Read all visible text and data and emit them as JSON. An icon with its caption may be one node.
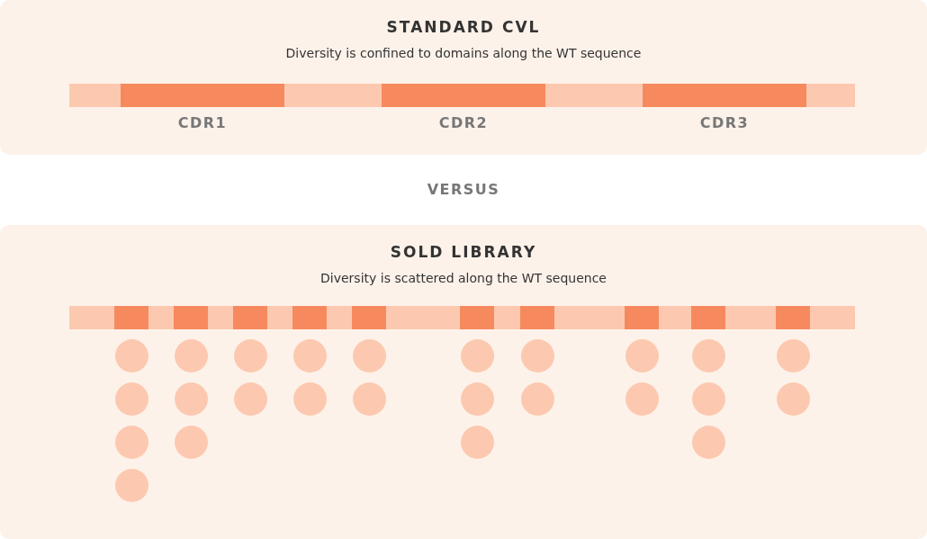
{
  "diagram": {
    "nodes": [
      {
        "text": [
          "STANDARD CVL",
          "Diversity is confined to domains along the WT sequence"
        ]
      },
      {
        "text": [
          "CDR1"
        ],
        "in": 0
      },
      {
        "text": [
          "CDR2"
        ],
        "in": 0
      },
      {
        "text": [
          "CDR3"
        ],
        "in": 0
      },
      {
        "text": [
          "SOLD LIBRARY",
          "Diversity is scattered along the WT sequence"
        ]
      }
    ],
    "labels": [
      "VERSUS"
    ]
  }
}
